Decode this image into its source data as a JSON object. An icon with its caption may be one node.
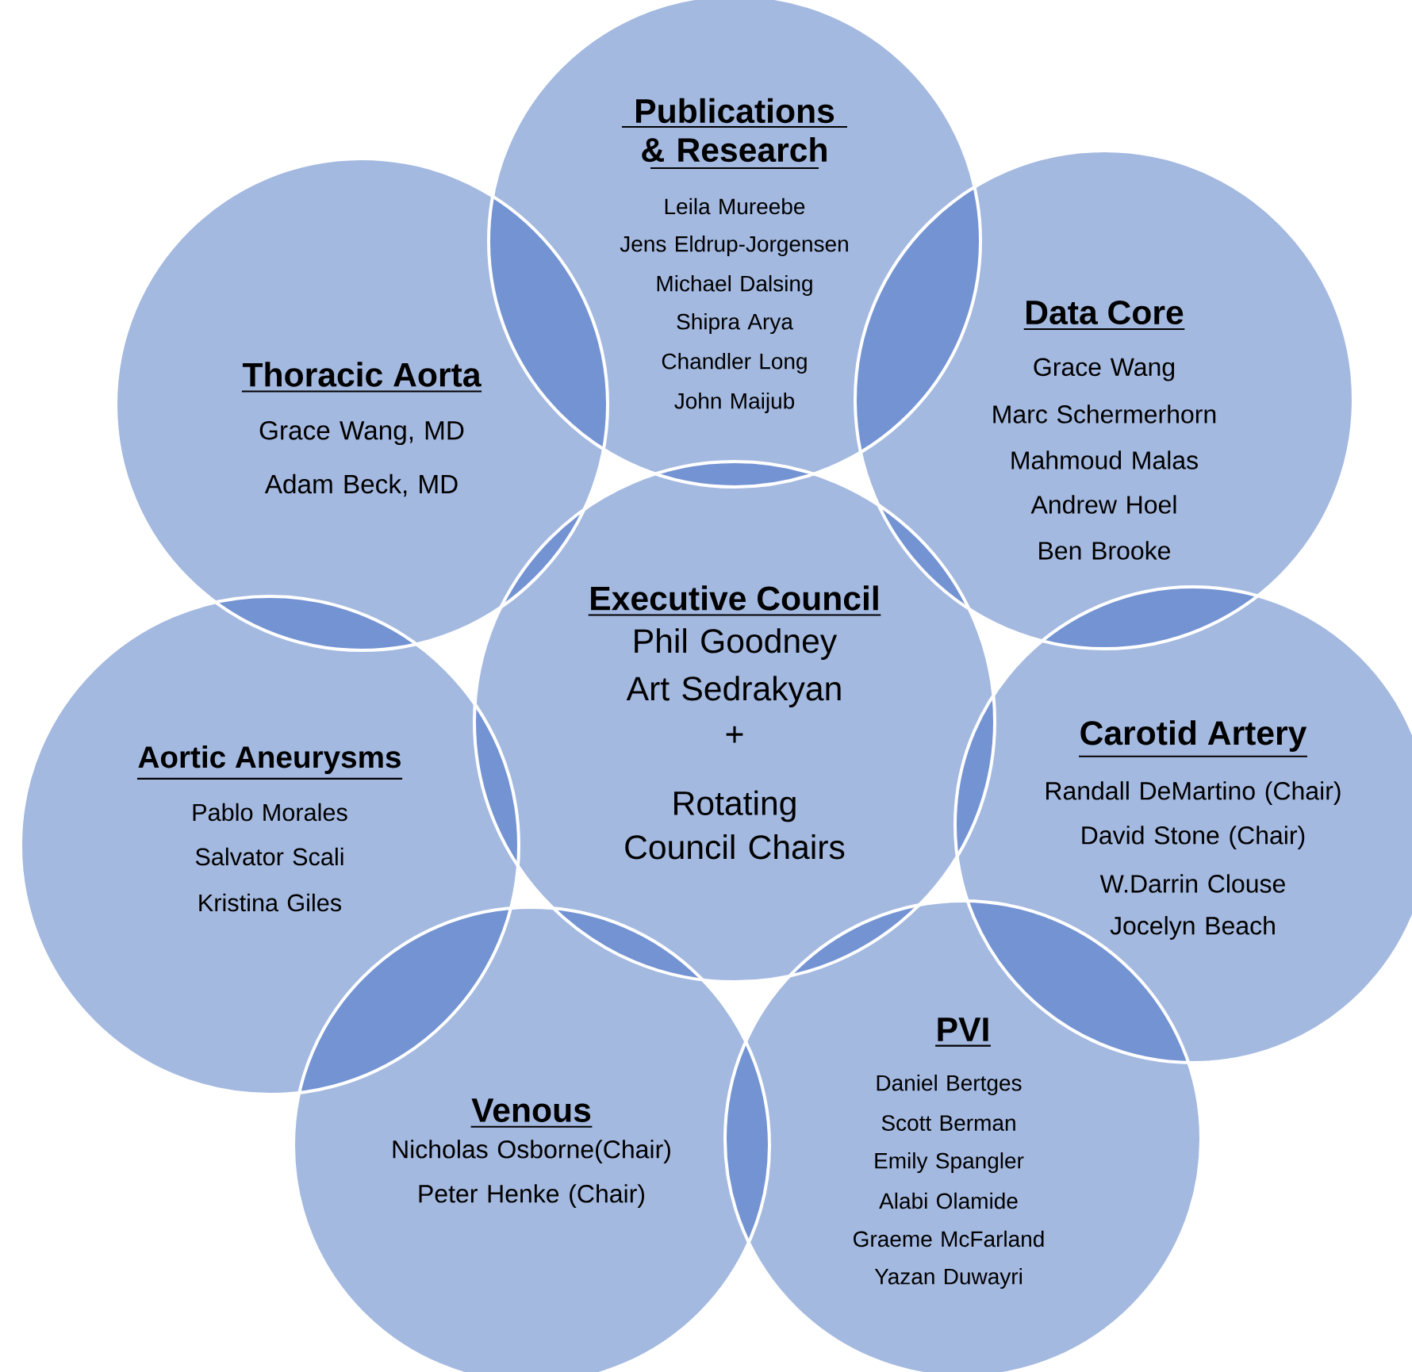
{
  "diagram": {
    "nodes": [
      {
        "text": [
          "Publications & Research",
          "Leila Mureebe",
          "Jens Eldrup-Jorgensen",
          "Michael Dalsing",
          "Shipra Arya",
          "Chandler Long",
          "John Maijub"
        ]
      },
      {
        "text": [
          "Thoracic Aorta",
          "Grace Wang, MD",
          "Adam Beck, MD"
        ]
      },
      {
        "text": [
          "Data Core",
          "Grace Wang",
          "Marc Schermerhorn",
          "Mahmoud Malas",
          "Andrew Hoel",
          "Ben Brooke"
        ]
      },
      {
        "text": [
          "Executive Council",
          "Phil Goodney",
          "Art Sedrakyan",
          "+",
          "Rotating Council Chairs"
        ]
      },
      {
        "text": [
          "Aortic Aneurysms",
          "Pablo Morales",
          "Salvator Scali",
          "Kristina Giles"
        ]
      },
      {
        "text": [
          "Carotid Artery",
          "Randall DeMartino (Chair)",
          "David Stone (Chair)",
          "W.Darrin Clouse",
          "Jocelyn Beach"
        ]
      },
      {
        "text": [
          "Venous",
          "Nicholas Osborne(Chair)",
          "Peter Henke (Chair)"
        ]
      },
      {
        "text": [
          "PVI",
          "Daniel Bertges",
          "Scott Berman",
          "Emily Spangler",
          "Alabi Olamide",
          "Graeme McFarland",
          "Yazan Duwayri"
        ]
      }
    ]
  }
}
